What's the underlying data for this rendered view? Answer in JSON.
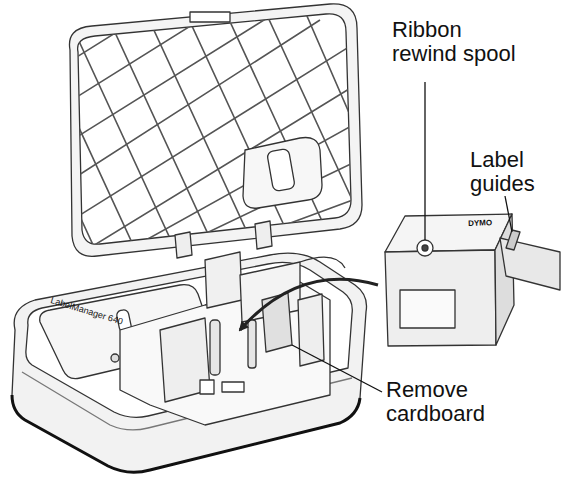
{
  "diagram": {
    "labels": [
      "Ribbon rewind spool",
      "Label guides",
      "Remove cardboard",
      "LabelManager 640",
      "DYMO"
    ]
  }
}
